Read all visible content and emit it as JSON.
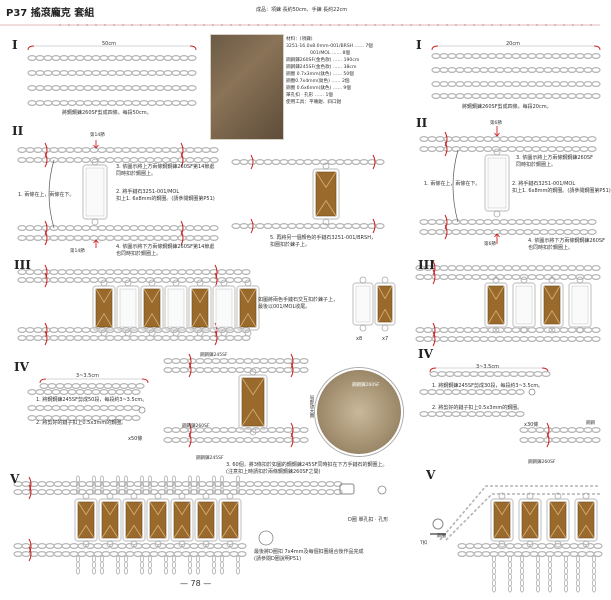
{
  "header": {
    "title": "P37 搖滾龐克 套組",
    "piece_info": "成品：項鍊 長約50cm、手鍊 長約22cm"
  },
  "materials": {
    "heading": "材料：(項鍊)",
    "lines": [
      "3251-16.0x8.0mm-001/BRSH …… 7個",
      "001/MOL …… 8個",
      "鋼鋼鍊260SF(金色款) …… 190cm",
      "鋼鋼鍊245SF(金色款) …… 38cm",
      "鋼圈 0.7x3mm(鈦色) …… 50個",
      "鋼圈0.7x4mm(鈦色) …… 2個",
      "鋼圈 0.6x6mm(鈦色) …… 9個",
      "單孔扣 · 孔形 …… 1個",
      "使用工具：平嘴鉗、斜口鉗"
    ]
  },
  "left": {
    "steps": [
      {
        "roman": "I",
        "len": "50cm",
        "caption": "將鋼鋼鍊260SF剪成四條，每段50cm。"
      },
      {
        "roman": "II",
        "top_tag": "第14節",
        "bottom_tag": "第14節",
        "note_left": "1. 兩條在上，兩條在下。",
        "note3": "3. 依圖示將上方兩條鋼鋼鍊260SF第14節處\n同時扣於鋼圈上。",
        "note2": "2. 將手鏈石3251-001/MOL\n扣上1. 6x8mm的鋼圈。(請參閱鋼圈第P51)",
        "note4": "4. 依圖示將下方兩條鋼鋼鍊260SF第14節處\n也同時扣於鋼圈上。",
        "note5": "5. 再將另一個顏色的手鏈石3251-001/BRSH，\n扣圈扣於鍊子上。"
      },
      {
        "roman": "III",
        "note": "如圖將兩色手鏈石交互扣於鍊子上，\n最後以001/MOL收尾。",
        "count_a": "x8",
        "count_b": "x7"
      },
      {
        "roman": "IV",
        "len": "3~3.5cm",
        "chain_top": "鋼鋼鍊245SF",
        "step1": "1. 將鋼鋼鍊245SF剪成50段，每段約3~3.5cm。",
        "step2": "2. 將剪好的鏈子扣上0.5x3mm的鋼圈。",
        "count": "x50條",
        "chain_bottom": "鋼鋼鍊260SF",
        "chain_bottom2": "鋼鋼鍊245SF",
        "zoom_label": "局部放大圖",
        "note3": "3. 60個，將3條扣於如圖的鋼鋼鍊245SF同時扣在下方手鏈石的鋼圈上。\n(注意扣上時請扣於兩條鋼鋼鍊260SF之間)",
        "zoom_chain": "鋼鋼鍊260SF"
      },
      {
        "roman": "V",
        "clasp": "D圈 單孔扣 · 孔形",
        "note": "最後將D圈扣 7x4mm及每個扣圈組合後作品完成\n(請參閱D圈說明P51)"
      }
    ]
  },
  "right": {
    "steps": [
      {
        "roman": "I",
        "len": "20cm",
        "caption": "將鋼鋼鍊260SF剪成四條，每段20cm。"
      },
      {
        "roman": "II",
        "top_tag": "第6節",
        "bottom_tag": "第6節",
        "note_left": "1. 兩條在上，兩條在下。",
        "note3": "3. 依圖示將上方兩條鋼鋼鍊260SF\n同時扣於鋼圈上。",
        "note2": "2. 將手鏈石3251-001/MOL\n扣上1. 6x8mm的鋼圈。(請參閱鋼圈第P51)",
        "note4": "4. 依圖示將下方兩條鋼鋼鍊260SF\n也同時扣於鋼圈上。"
      },
      {
        "roman": "III"
      },
      {
        "roman": "IV",
        "len": "3~3.5cm",
        "step1": "1. 將鋼鋼鍊245SF剪成30段，每段約3~3.5cm。",
        "step2": "2. 將剪好的鏈子扣上0.5x3mm的鋼圈。",
        "count": "x30條",
        "chain_bottom": "鋼鋼鍊260SF",
        "chain_right": "鋼鋼"
      },
      {
        "roman": "V",
        "clasp_tag": "T扣",
        "ring_tag": "鋼圈"
      }
    ]
  },
  "page_number": "— 78 —",
  "colors": {
    "chain": "#b4b4b4",
    "cut_mark": "#cc2222",
    "crystal": "#9a6a2c",
    "crystal_light": "#d7b27a",
    "frame": "#cfcfcf"
  }
}
